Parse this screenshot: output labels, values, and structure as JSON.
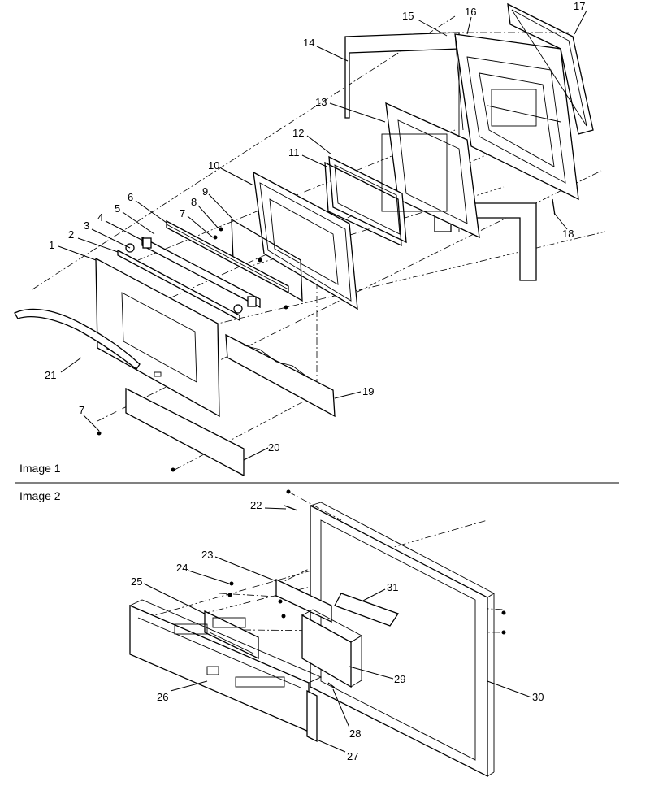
{
  "captions": {
    "image1": "Image 1",
    "image2": "Image 2"
  },
  "callouts": [
    "1",
    "2",
    "3",
    "4",
    "5",
    "6",
    "7",
    "8",
    "9",
    "10",
    "11",
    "12",
    "13",
    "14",
    "15",
    "16",
    "17",
    "18",
    "19",
    "20",
    "21",
    "22",
    "23",
    "24",
    "25",
    "26",
    "27",
    "28",
    "29",
    "30",
    "31"
  ],
  "callout_7_second": "7"
}
